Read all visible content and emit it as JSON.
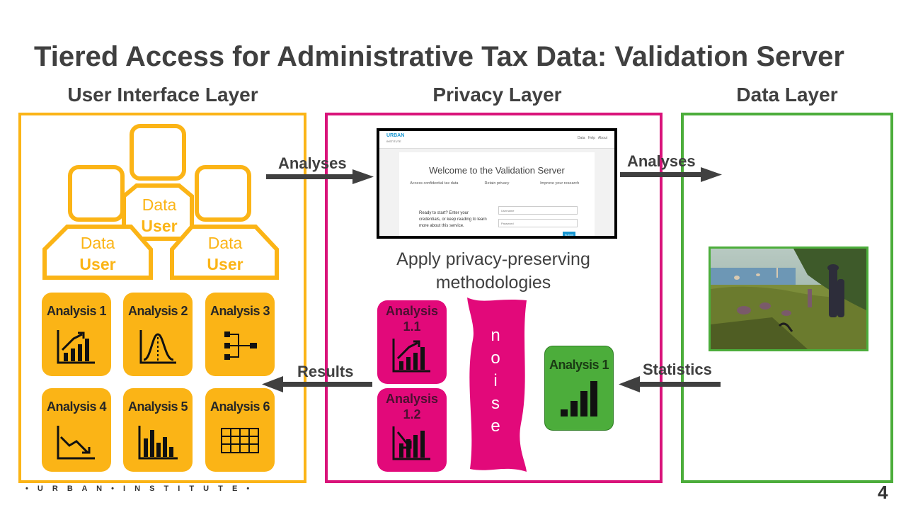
{
  "title": "Tiered Access for Administrative Tax Data: Validation Server",
  "layers": {
    "ui": "User Interface Layer",
    "privacy": "Privacy Layer",
    "data": "Data Layer"
  },
  "data_users": [
    {
      "line1": "Data",
      "line2": "User"
    },
    {
      "line1": "Data",
      "line2": "User"
    },
    {
      "line1": "Data",
      "line2": "User"
    }
  ],
  "analyses": [
    {
      "label": "Analysis 1",
      "icon": "bar-chart-up-icon"
    },
    {
      "label": "Analysis 2",
      "icon": "bell-curve-icon"
    },
    {
      "label": "Analysis 3",
      "icon": "flow-diagram-icon"
    },
    {
      "label": "Analysis 4",
      "icon": "line-chart-down-icon"
    },
    {
      "label": "Analysis 5",
      "icon": "histogram-icon"
    },
    {
      "label": "Analysis 6",
      "icon": "table-grid-icon"
    }
  ],
  "arrows": {
    "analyses_in": "Analyses",
    "analyses_out": "Analyses",
    "results": "Results",
    "statistics": "Statistics"
  },
  "screenshot": {
    "logo": "URBAN",
    "logo_sub": "INSTITUTE",
    "nav": [
      "Data",
      "Help",
      "About"
    ],
    "heading": "Welcome to the Validation Server",
    "features": [
      "Access confidential tax data",
      "Retain privacy",
      "Improve your research"
    ],
    "ready_text": "Ready to start? Enter your credentials, or keep reading to learn more about this service.",
    "username_placeholder": "Username",
    "password_placeholder": "Password",
    "submit": "Submit"
  },
  "privacy_text": "Apply privacy-preserving methodologies",
  "privacy_analyses": [
    {
      "line1": "Analysis",
      "line2": "1.1"
    },
    {
      "line1": "Analysis",
      "line2": "1.2"
    }
  ],
  "noise_letters": [
    "n",
    "o",
    "i",
    "s",
    "e"
  ],
  "green_analysis": "Analysis 1",
  "footer": {
    "org": "• U R B A N • I N S T I T U T E •",
    "page": "4"
  },
  "colors": {
    "ui": "#fbb416",
    "privacy": "#d9137a",
    "data": "#4cad3b",
    "arrow": "#404040"
  }
}
